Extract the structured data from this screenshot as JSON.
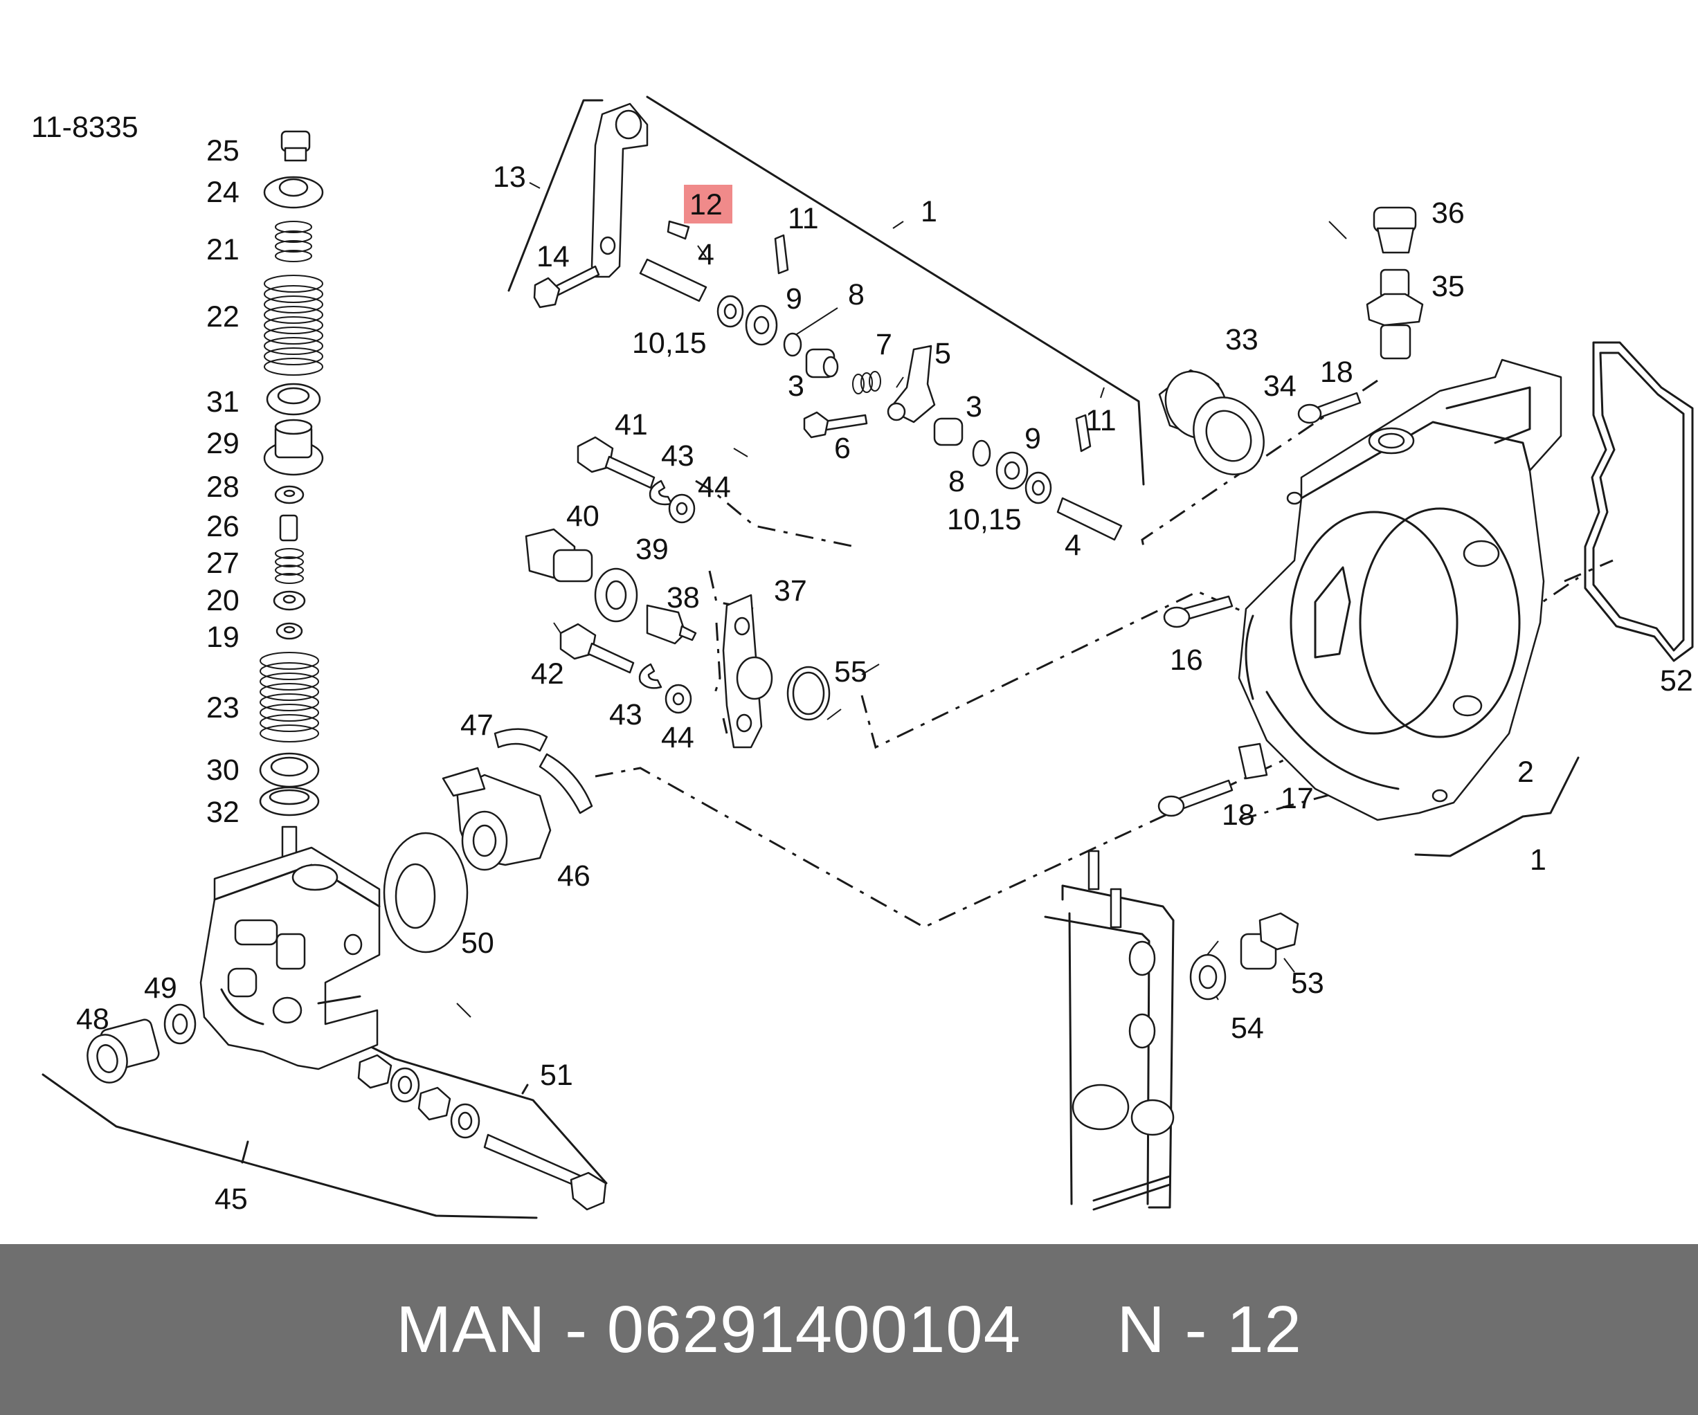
{
  "diagram": {
    "ref_code": "11-8335",
    "highlighted_label": "12",
    "labels": {
      "p1a": "1",
      "p1b": "1",
      "p2": "2",
      "p3a": "3",
      "p3b": "3",
      "p4a": "4",
      "p4b": "4",
      "p5": "5",
      "p6": "6",
      "p7": "7",
      "p8a": "8",
      "p8b": "8",
      "p9a": "9",
      "p9b": "9",
      "p1015a": "10,15",
      "p1015b": "10,15",
      "p11a": "11",
      "p11b": "11",
      "p13": "13",
      "p14": "14",
      "p16": "16",
      "p17": "17",
      "p18a": "18",
      "p18b": "18",
      "p19": "19",
      "p20": "20",
      "p21": "21",
      "p22": "22",
      "p23": "23",
      "p24": "24",
      "p25": "25",
      "p26": "26",
      "p27": "27",
      "p28": "28",
      "p29": "29",
      "p30": "30",
      "p31": "31",
      "p32": "32",
      "p33": "33",
      "p34": "34",
      "p35": "35",
      "p36": "36",
      "p37": "37",
      "p38": "38",
      "p39": "39",
      "p40": "40",
      "p41": "41",
      "p42": "42",
      "p43a": "43",
      "p43b": "43",
      "p44a": "44",
      "p44b": "44",
      "p45": "45",
      "p46": "46",
      "p47": "47",
      "p48": "48",
      "p49": "49",
      "p50": "50",
      "p51": "51",
      "p52": "52",
      "p53": "53",
      "p54": "54",
      "p55": "55"
    }
  },
  "footer": {
    "text": "MAN - 06291400104     N - 12"
  }
}
